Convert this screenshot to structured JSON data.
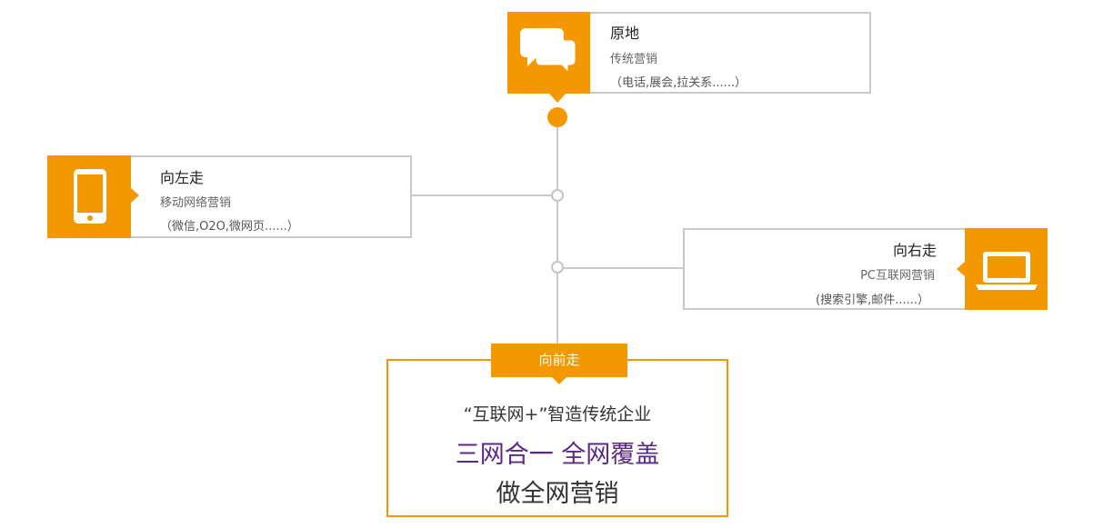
{
  "colors": {
    "accent": "#f39800",
    "line": "#c9c9c9",
    "highlight": "#5b2a86"
  },
  "top_node": {
    "icon": "chat-bubbles-icon",
    "title": "原地",
    "subtitle": "传统营销",
    "note": "（电话,展会,拉关系......）"
  },
  "left_node": {
    "icon": "mobile-phone-icon",
    "title": "向左走",
    "subtitle": "移动网络营销",
    "note": "（微信,O2O,微网页......）"
  },
  "right_node": {
    "icon": "laptop-icon",
    "title": "向右走",
    "subtitle": "PC互联网营销",
    "note": "(搜索引擎,邮件......）"
  },
  "final_node": {
    "tab_label": "向前走",
    "line1": "“互联网+”智造传统企业",
    "line2": "三网合一 全网覆盖",
    "line3": "做全网营销"
  }
}
